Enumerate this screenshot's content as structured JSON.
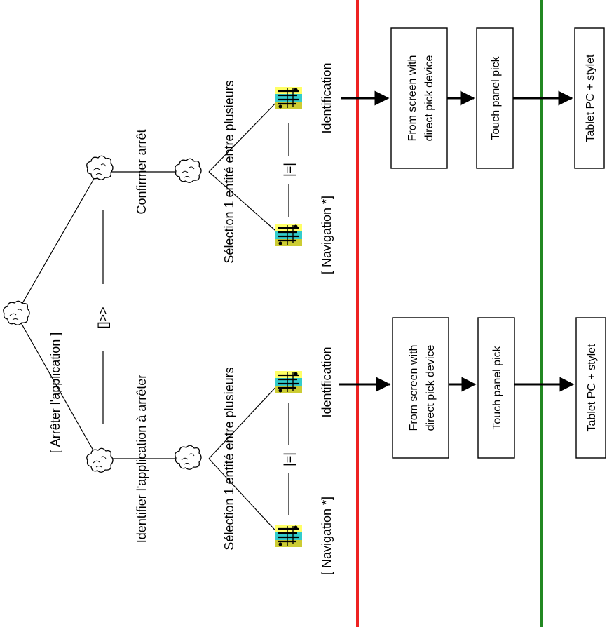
{
  "diagram": {
    "root_task": "[ Arrêter l'application ]",
    "root_operator": "[]>>",
    "left_task": "Identifier l'application à arrêter",
    "right_task": "Confirmer arrêt",
    "left_sub": "Sélection 1 entité entre plusieurs",
    "right_sub": "Sélection 1 entité entre plusieurs",
    "choice_operator": "|=|",
    "left_leaf_a": "[ Navigation *]",
    "left_leaf_b": "Identification",
    "right_leaf_a": "[ Navigation *]",
    "right_leaf_b": "Identification",
    "mapping_left": {
      "box1_line1": "From screen with",
      "box1_line2": "direct pick device",
      "box2": "Touch panel pick",
      "box3": "Tablet  PC + stylet"
    },
    "mapping_right": {
      "box1_line1": "From screen with",
      "box1_line2": "direct pick device",
      "box2": "Touch panel pick",
      "box3": "Tablet  PC + stylet"
    },
    "colors": {
      "red_separator": "#ee2222",
      "green_separator": "#228822",
      "leaf_icon_cyan": "#33cccc",
      "leaf_icon_yellow": "#ffff66"
    }
  }
}
